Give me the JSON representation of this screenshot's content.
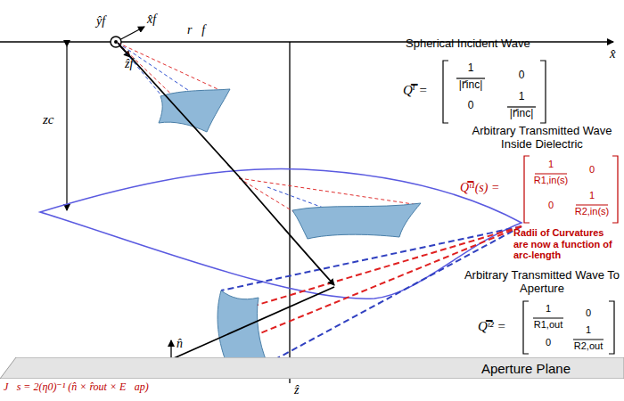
{
  "diagram": {
    "nodes": [
      {
        "text": [
          "Aperture Plane"
        ]
      }
    ],
    "labels": [
      "x̂",
      "ŷf",
      "x̂f",
      "ẑf",
      "r⃗f",
      "zc",
      "ẑ",
      "n̂",
      "Spherical Incident Wave",
      "Q̿ⁱ =",
      "1",
      "|r⃗inc|",
      "0",
      "0",
      "1",
      "|r⃗inc|",
      "Arbitrary Transmitted Wave Inside Dielectric",
      "Q̿ᵗ¹(s) =",
      "1",
      "R1,in(s)",
      "0",
      "0",
      "1",
      "R2,in(s)",
      "Radii of Curvatures are now a function of arc-length",
      "Arbitrary Transmitted Wave To Aperture",
      "Q̿ᵗ² =",
      "1",
      "R1,out",
      "0",
      "0",
      "1",
      "R2,out",
      "J⃗s = 2(η0)⁻¹ (n̂ × r̂out × E⃗ap)"
    ]
  }
}
